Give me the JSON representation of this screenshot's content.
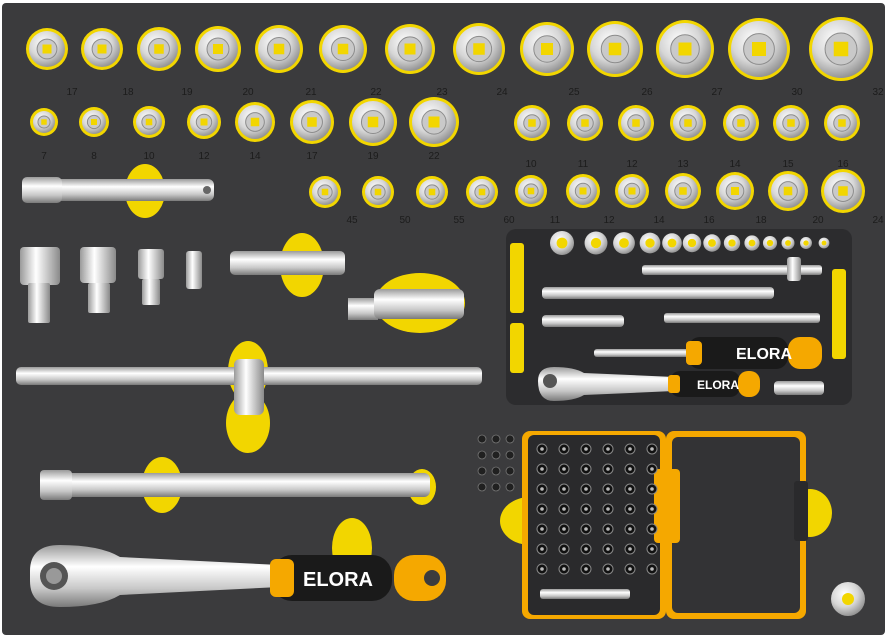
{
  "brand": {
    "handle_logo": "ELORA",
    "color_accent": "#f2d600",
    "color_foam": "#3b3b3d",
    "color_handle_orange": "#f5a800"
  },
  "tray": {
    "row1_sizes": [
      "17",
      "18",
      "19",
      "20",
      "21",
      "22",
      "23",
      "24",
      "25",
      "26",
      "27",
      "30",
      "32"
    ],
    "row2a_sizes": [
      "7",
      "8",
      "10",
      "12",
      "14",
      "17",
      "19",
      "22"
    ],
    "row3a_sizes": [
      "45",
      "50",
      "55",
      "60"
    ],
    "row3b_sizes": [
      "10",
      "11",
      "12",
      "13",
      "14",
      "15",
      "16"
    ],
    "row3b_bottom_sizes": [
      "11",
      "12",
      "14",
      "16",
      "18",
      "20",
      "24"
    ],
    "bit_box": {
      "rows": 7,
      "cols": 6
    },
    "logos": [
      "ELORA",
      "ELORA",
      "ELORA"
    ]
  }
}
